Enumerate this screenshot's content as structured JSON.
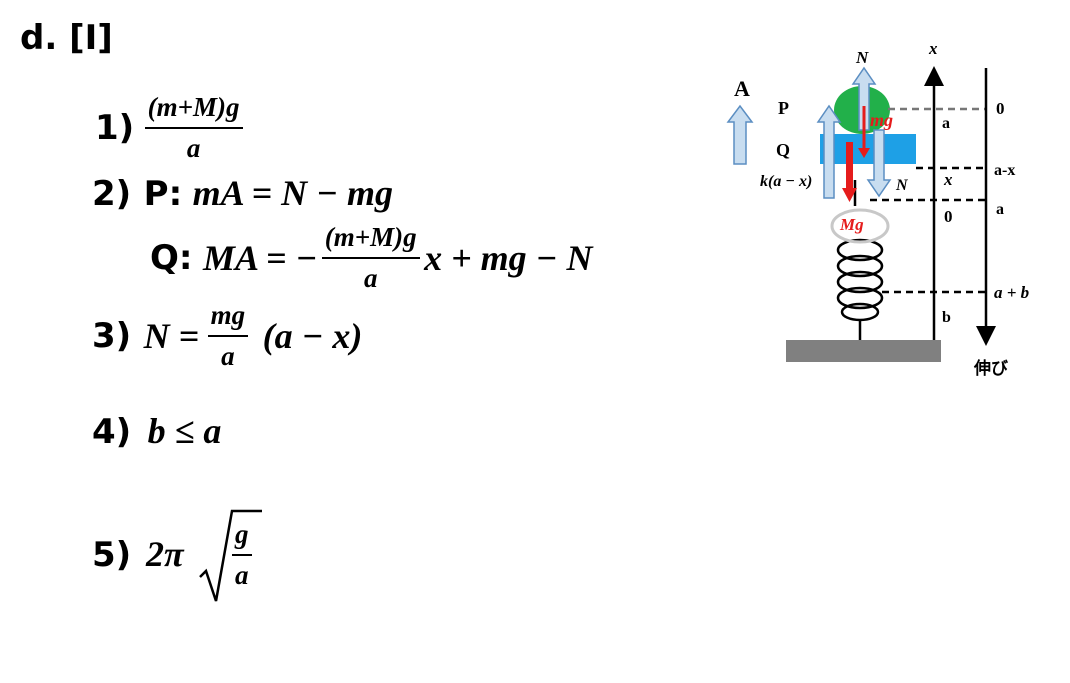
{
  "heading": "d. [I]",
  "answers": {
    "a1": {
      "num": "1)",
      "frac_num": "(m+M)g",
      "frac_den": "a"
    },
    "a2p": {
      "num": "2)",
      "label": "P:",
      "eq": "mA = N − mg"
    },
    "a2q": {
      "label": "Q:",
      "lhs": "MA = −",
      "frac_num": "(m+M)g",
      "frac_den": "a",
      "rhs": "x + mg − N"
    },
    "a3": {
      "num": "3)",
      "lhs": "N =",
      "frac_num": "mg",
      "frac_den": "a",
      "rhs": "(a − x)"
    },
    "a4": {
      "num": "4)",
      "expr": "b ≤ a"
    },
    "a5": {
      "num": "5)",
      "coef": "2π",
      "rad_num": "g",
      "rad_den": "a"
    }
  },
  "diagram": {
    "accel_label": "A",
    "block_p": "P",
    "block_q": "Q",
    "force_n_top": "N",
    "force_mg": "mg",
    "force_spring": "k(a − x)",
    "force_n_lower": "N",
    "force_Mg": "Mg",
    "axis_x_label": "x",
    "axis_a_top": "a",
    "axis_x_mid": "x",
    "axis_zero": "0",
    "axis_b": "b",
    "right_0": "0",
    "right_a_minus_x": "a-x",
    "right_a": "a",
    "right_a_plus_b": "a + b",
    "stretch_label": "伸び",
    "colors": {
      "sphere": "#22b04a",
      "block": "#1ea0e6",
      "arrow_fill": "#c8ddf0",
      "arrow_stroke": "#5b8ec2",
      "red": "#e51c1c",
      "floor": "#808080"
    }
  }
}
